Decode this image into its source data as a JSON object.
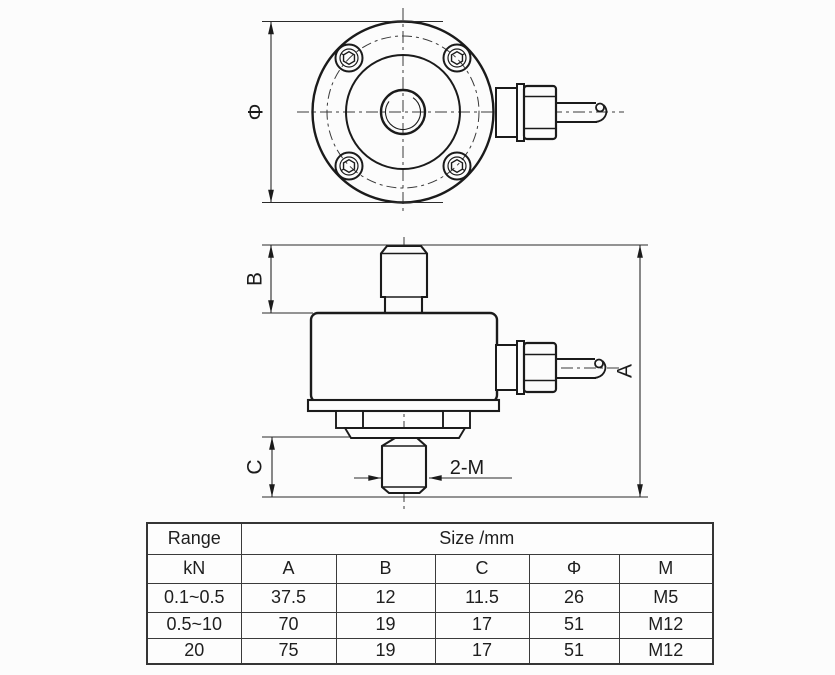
{
  "drawing": {
    "labels": {
      "phi": "Φ",
      "a": "A",
      "b": "B",
      "c": "C",
      "stud_thread": "2-M"
    },
    "colors": {
      "line": "#1b1b1b",
      "centerline": "#3a3a3a",
      "background": "#fcfcfc"
    }
  },
  "table": {
    "header": {
      "range": "Range",
      "size": "Size /mm"
    },
    "columns": [
      "kN",
      "A",
      "B",
      "C",
      "Φ",
      "M"
    ],
    "rows": [
      [
        "0.1~0.5",
        "37.5",
        "12",
        "11.5",
        "26",
        "M5"
      ],
      [
        "0.5~10",
        "70",
        "19",
        "17",
        "51",
        "M12"
      ],
      [
        "20",
        "75",
        "19",
        "17",
        "51",
        "M12"
      ]
    ]
  }
}
